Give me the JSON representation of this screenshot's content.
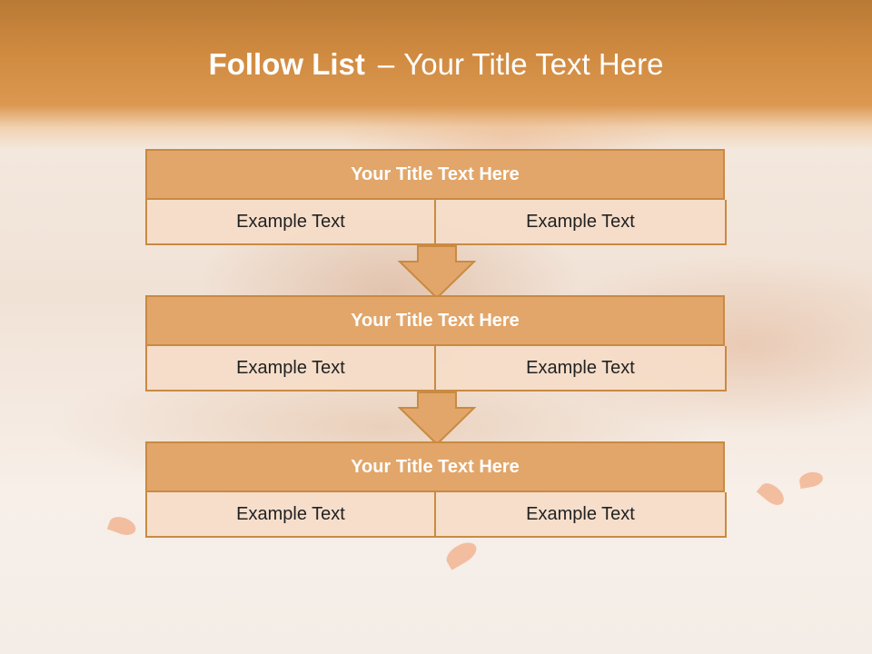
{
  "slide": {
    "title_bold": "Follow List",
    "title_separator": "–",
    "title_rest": "Your Title Text Here"
  },
  "blocks": [
    {
      "title": "Your Title Text Here",
      "left": "Example Text",
      "right": "Example Text"
    },
    {
      "title": "Your Title Text Here",
      "left": "Example Text",
      "right": "Example Text"
    },
    {
      "title": "Your Title Text Here",
      "left": "Example Text",
      "right": "Example Text"
    }
  ],
  "colors": {
    "header": "#d18b40",
    "block_title_fill": "#e2a66a",
    "block_border": "#c98a42",
    "cell_fill": "#f5dcc8",
    "arrow_fill": "#e2a66a"
  },
  "icons": [
    "down-arrow-icon"
  ]
}
